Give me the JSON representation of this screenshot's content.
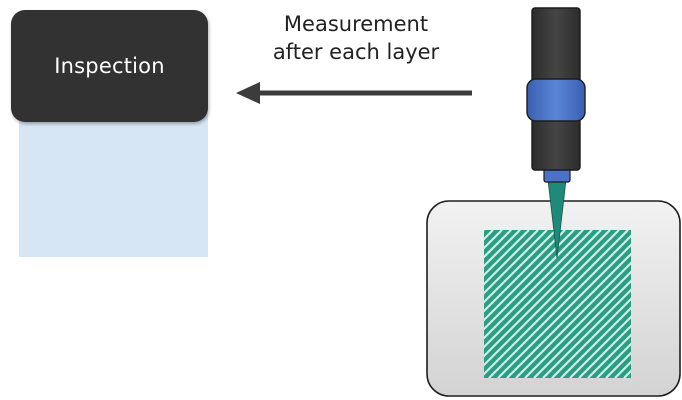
{
  "inspection_box": {
    "label": "Inspection"
  },
  "annotation": {
    "line1": "Measurement",
    "line2": "after each layer"
  },
  "colors": {
    "inspection_box": "#333333",
    "inspection_field": "#d6e6f4",
    "arrow": "#3c3c3c",
    "nozzle_body": "#3b3b3b",
    "nozzle_collar": "#4a72c8",
    "needle": "#1f8a7a",
    "build_plate": "#e6e6e6",
    "printed_part": "#2a9d84",
    "hatch": "#cfeee6"
  },
  "icons": {
    "nozzle": "print-nozzle-icon",
    "arrow": "left-arrow-icon"
  }
}
